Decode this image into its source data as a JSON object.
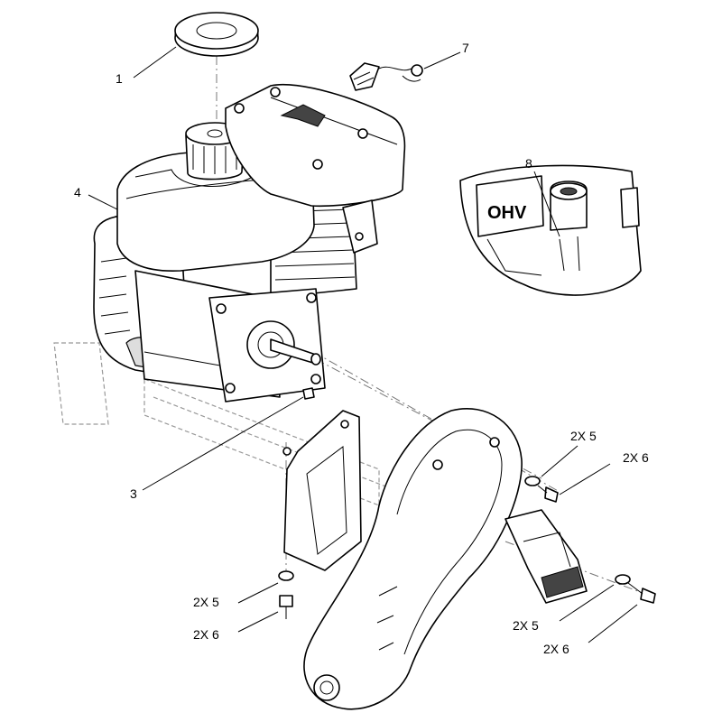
{
  "callouts": {
    "c1": "1",
    "c7": "7",
    "c4": "4",
    "c8": "8",
    "c3": "3",
    "c5_right": "2X  5",
    "c6_right": "2X  6",
    "c5_left": "2X  5",
    "c6_left": "2X  6",
    "c5_bottom": "2X  5",
    "c6_bottom": "2X  6"
  },
  "inset": {
    "engine_label": "OHV"
  }
}
